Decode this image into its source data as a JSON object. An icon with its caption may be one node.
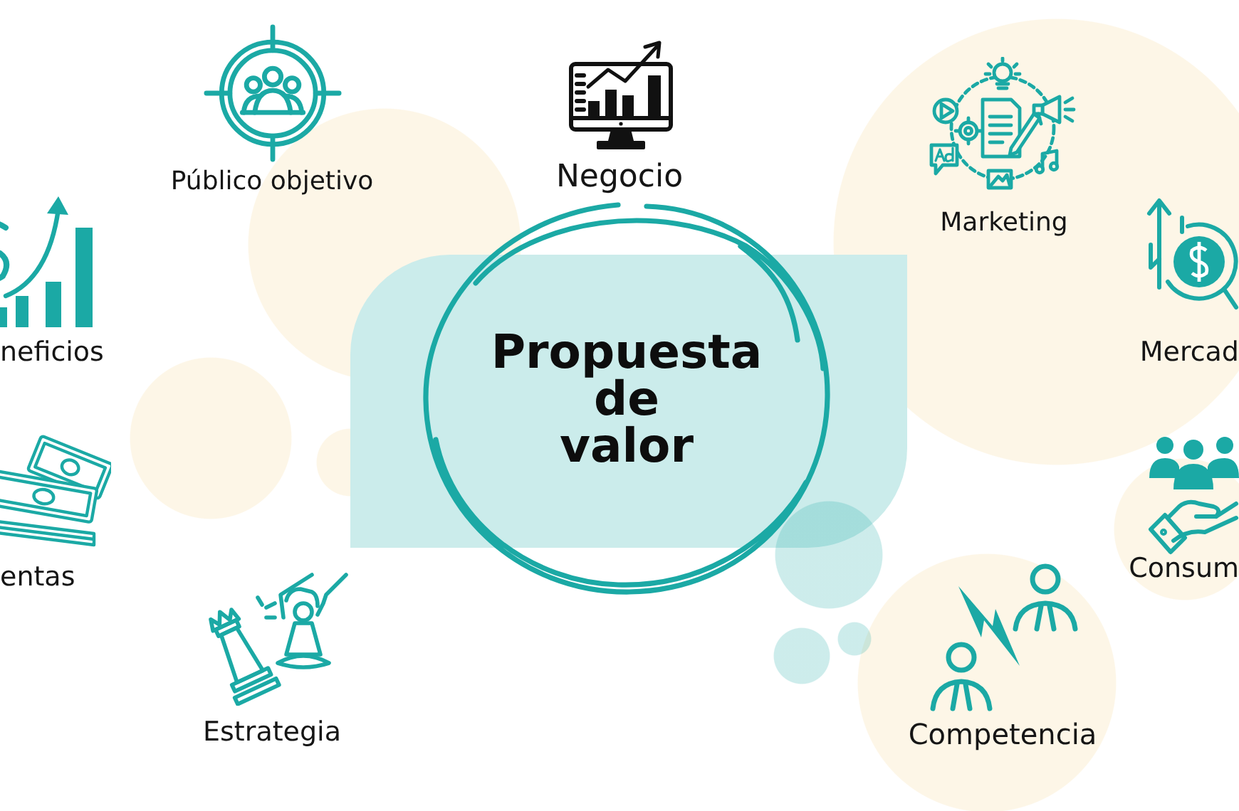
{
  "diagram": {
    "nodes": [
      {
        "text": [
          "Propuesta de valor"
        ]
      }
    ],
    "labels": [
      "Público objetivo",
      "Negocio",
      "Marketing",
      "neficios",
      "Mercad",
      "entas",
      "Consum",
      "Estrategia",
      "Competencia"
    ]
  }
}
